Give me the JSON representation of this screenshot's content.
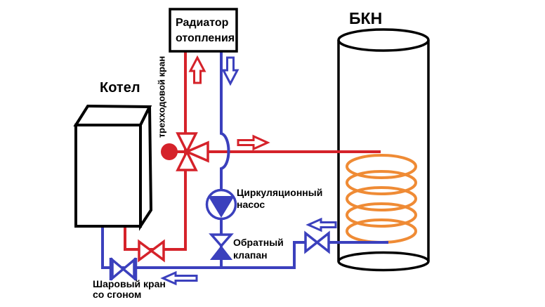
{
  "colors": {
    "pipe_red": "#d5222a",
    "pipe_blue": "#3b40bd",
    "coil_orange": "#ef8b35",
    "outline_black": "#000000",
    "background": "#ffffff"
  },
  "labels": {
    "boiler": "Котел",
    "tank": "БКН",
    "radiator": [
      "Радиатор",
      "отопления"
    ],
    "three_way_valve": "трехходовой кран",
    "pump": [
      "Циркуляционный",
      "насос"
    ],
    "check_valve": [
      "Обратный",
      "клапан"
    ],
    "ball_valve": [
      "Шаровый кран",
      "со сгоном"
    ]
  },
  "icons": {
    "boiler": "boiler-3d-box",
    "radiator": "radiator-box",
    "tank": "cylinder-tank",
    "coil": "heat-exchanger-coil-5-turns",
    "three_way_valve": "three-way-valve-with-actuator",
    "circulation_pump": "circulation-pump",
    "check_valve": "check-valve",
    "ball_valve": "ball-valve-with-union",
    "red_line_valve": "shutoff-valve",
    "tank_line_valve": "shutoff-valve",
    "flow_arrows": [
      "flow-up-red",
      "flow-down-blue",
      "flow-right-red",
      "flow-left-blue",
      "flow-left-blue"
    ]
  }
}
